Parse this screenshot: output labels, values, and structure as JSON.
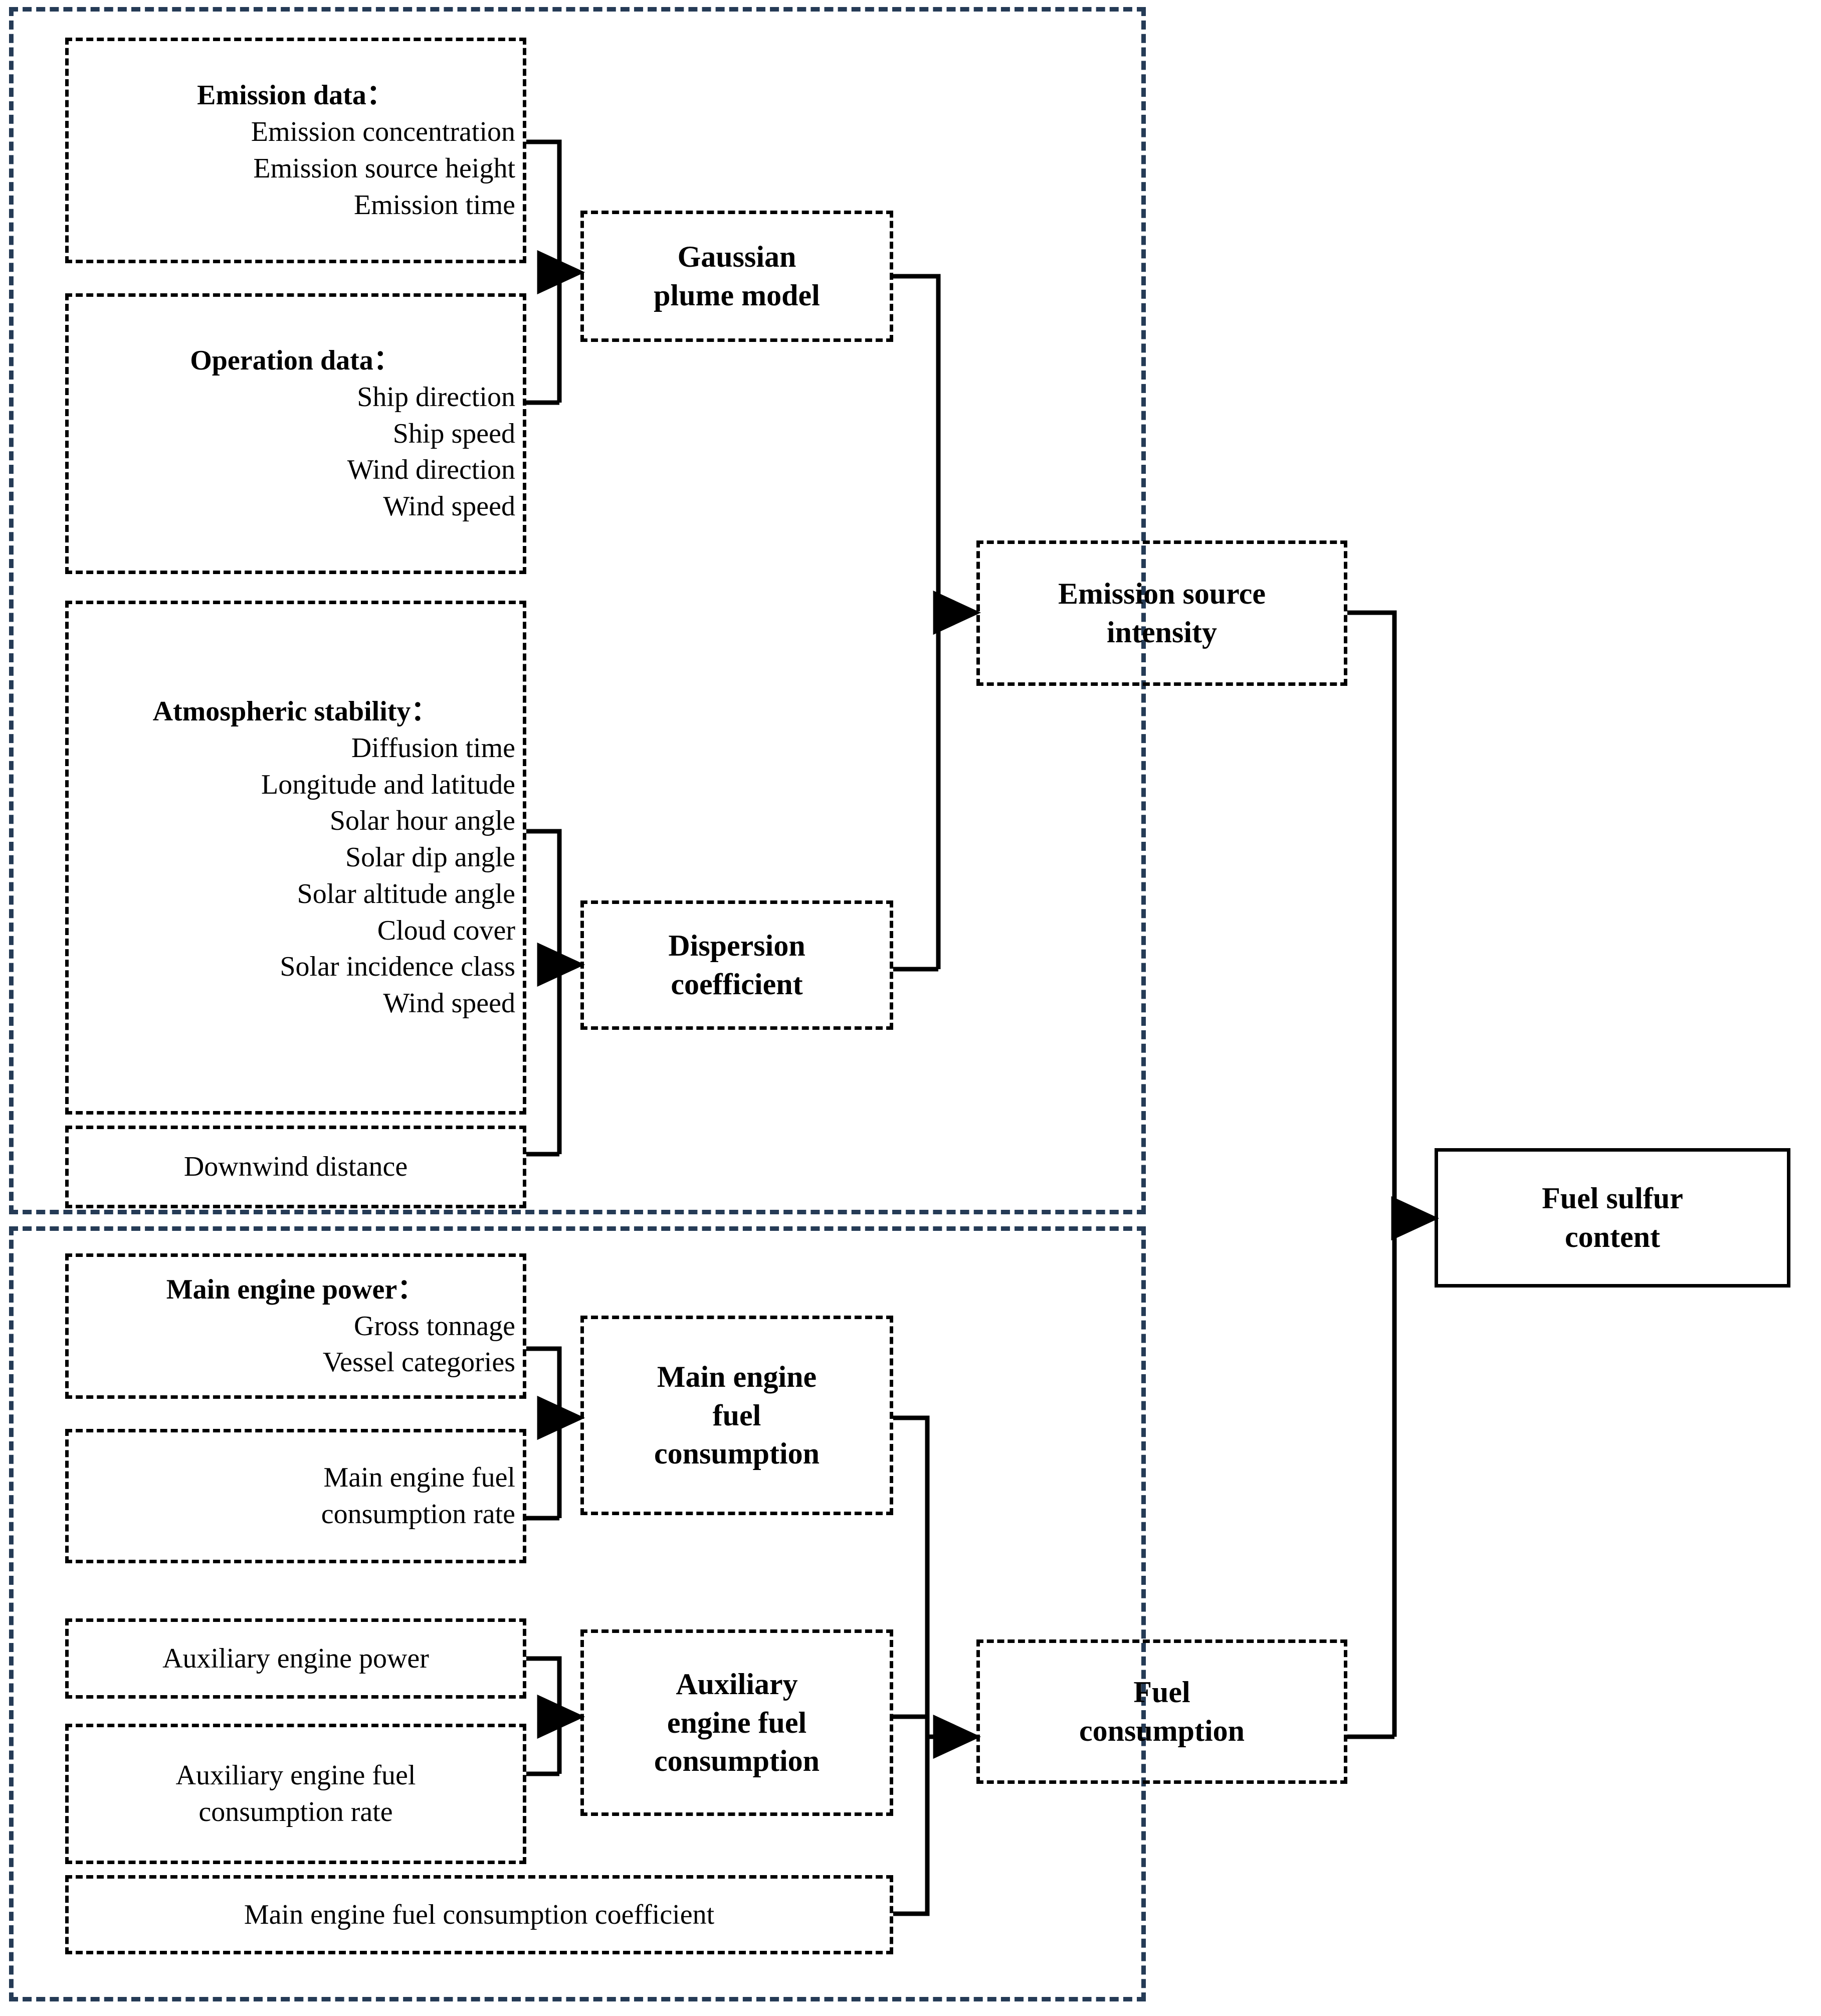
{
  "diagram": {
    "title": "Fuel sulfur content estimation framework",
    "colors": {
      "group_border": "#253b56",
      "box_border": "#000000",
      "background": "#ffffff"
    },
    "groups": [
      {
        "name": "emission-dispersion-group"
      },
      {
        "name": "fuel-consumption-group"
      }
    ],
    "inputs": {
      "emission_data": {
        "header": "Emission data：",
        "items": [
          "Emission concentration",
          "Emission source height",
          "Emission time"
        ]
      },
      "operation_data": {
        "header": "Operation  data：",
        "items": [
          "Ship direction",
          "Ship speed",
          "Wind direction",
          "Wind speed"
        ]
      },
      "atmospheric_stability": {
        "header": "Atmospheric stability：",
        "items": [
          "Diffusion time",
          "Longitude and latitude",
          "Solar hour angle",
          "Solar dip angle",
          "Solar altitude angle",
          "Cloud cover",
          "Solar incidence class",
          "Wind speed"
        ]
      },
      "downwind_distance": {
        "label": "Downwind distance"
      },
      "main_engine_power": {
        "header": "Main engine power：",
        "items": [
          "Gross tonnage",
          "Vessel categories"
        ]
      },
      "main_engine_fuel_rate": {
        "line1": "Main engine fuel",
        "line2": "consumption rate"
      },
      "auxiliary_engine_power": {
        "label": "Auxiliary engine power"
      },
      "auxiliary_engine_fuel_rate": {
        "line1": "Auxiliary engine fuel",
        "line2": "consumption rate"
      },
      "main_engine_fuel_coefficient": {
        "label": "Main engine fuel consumption coefficient"
      }
    },
    "processes": {
      "gaussian_plume_model": {
        "line1": "Gaussian",
        "line2": "plume model"
      },
      "dispersion_coefficient": {
        "line1": "Dispersion",
        "line2": "coefficient"
      },
      "emission_source_intensity": {
        "line1": "Emission source",
        "line2": "intensity"
      },
      "main_engine_fuel_consumption": {
        "line1": "Main engine",
        "line2": "fuel",
        "line3": "consumption"
      },
      "auxiliary_engine_fuel_consumption": {
        "line1": "Auxiliary",
        "line2": "engine fuel",
        "line3": "consumption"
      },
      "fuel_consumption": {
        "line1": "Fuel",
        "line2": "consumption"
      }
    },
    "output": {
      "fuel_sulfur_content": {
        "line1": "Fuel sulfur",
        "line2": "content"
      }
    }
  }
}
